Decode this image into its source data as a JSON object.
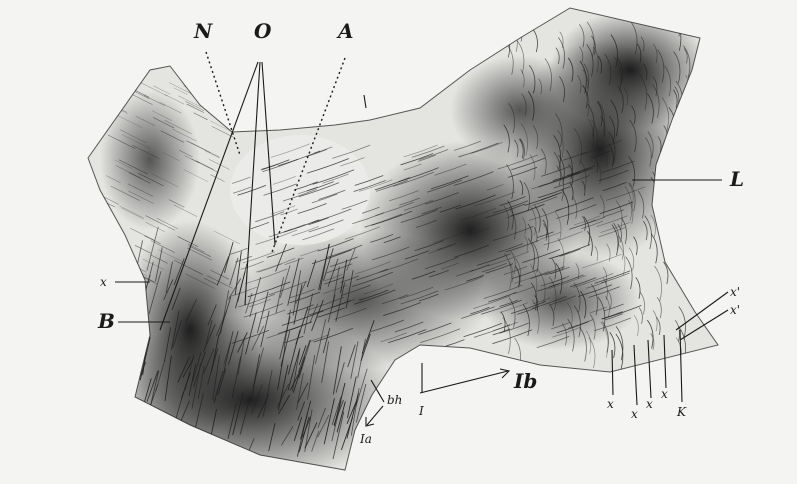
{
  "figure": {
    "labels": {
      "N": "N",
      "O": "O",
      "A": "A",
      "L": "L",
      "B": "B",
      "x_left": "x",
      "bh": "bh",
      "I": "I",
      "Ia": "Ia",
      "Ib": "Ib",
      "x_bottom_1": "x",
      "x_bottom_2": "x",
      "x_bottom_3": "x",
      "x_bottom_4": "x",
      "K": "K",
      "x_prime_1": "x'",
      "x_prime_2": "x'"
    },
    "colors": {
      "background": "#f4f4f2",
      "tissue_light": "#e2e2df",
      "fiber_dark": "#141414",
      "fiber_mid": "#3a3a3a",
      "ink": "#1a1a1a"
    }
  }
}
